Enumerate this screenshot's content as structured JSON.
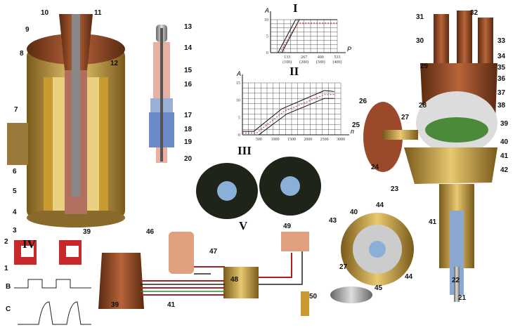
{
  "section_titles": {
    "I": "I",
    "II": "II",
    "III": "III",
    "IV": "IV",
    "V": "V"
  },
  "labels": {
    "l1": "1",
    "l2": "2",
    "l3": "3",
    "l4": "4",
    "l5": "5",
    "l6": "6",
    "l7": "7",
    "l8": "8",
    "l9": "9",
    "l10": "10",
    "l11": "11",
    "l12": "12",
    "l13": "13",
    "l14": "14",
    "l15": "15",
    "l16": "16",
    "l17": "17",
    "l18": "18",
    "l19": "19",
    "l20": "20",
    "l21": "21",
    "l22": "22",
    "l23": "23",
    "l24": "24",
    "l25": "25",
    "l26": "26",
    "l27": "27",
    "l28": "28",
    "l29": "29",
    "l30": "30",
    "l31": "31",
    "l32": "32",
    "l33": "33",
    "l34": "34",
    "l35": "35",
    "l36": "36",
    "l37": "37",
    "l38": "38",
    "l39": "39",
    "l40": "40",
    "l41": "41",
    "l42": "42",
    "l43": "43",
    "l44": "44",
    "l45": "45",
    "l46": "46",
    "l47": "47",
    "l48": "48",
    "l49": "49",
    "l50": "50",
    "B": "B",
    "C": "C"
  },
  "chart_data": [
    {
      "type": "line",
      "title": "I",
      "ylabel": "A",
      "xlabel": "P",
      "ylim": [
        0,
        10
      ],
      "yticks": [
        "0",
        "5",
        "10"
      ],
      "xticks": [
        "133\n(100)",
        "267\n(200)",
        "400\n(300)",
        "533\n(400)"
      ],
      "series": [
        {
          "name": "upper",
          "x": [
            60,
            200,
            533
          ],
          "y": [
            0,
            10,
            10
          ]
        },
        {
          "name": "lower",
          "x": [
            90,
            230,
            533
          ],
          "y": [
            0,
            10,
            10
          ]
        },
        {
          "name": "mid",
          "x": [
            75,
            215,
            533
          ],
          "y": [
            0,
            9,
            9
          ]
        }
      ]
    },
    {
      "type": "line",
      "title": "II",
      "ylabel": "A",
      "xlabel": "n",
      "ylim": [
        0,
        15
      ],
      "xlim": [
        0,
        3000
      ],
      "yticks": [
        "0",
        "5",
        "10",
        "15"
      ],
      "xticks": [
        "500",
        "1000",
        "1500",
        "2000",
        "2500",
        "3000"
      ],
      "series": [
        {
          "name": "upper",
          "x": [
            0,
            350,
            1200,
            2500,
            2800
          ],
          "y": [
            1,
            1,
            7.5,
            12.8,
            12.5
          ]
        },
        {
          "name": "lower",
          "x": [
            0,
            500,
            1350,
            2500,
            2800
          ],
          "y": [
            0,
            0,
            6,
            10.5,
            10.5
          ]
        },
        {
          "name": "mid",
          "x": [
            0,
            425,
            1275,
            2500,
            2800
          ],
          "y": [
            0.5,
            0.5,
            6.8,
            11.6,
            11.6
          ]
        }
      ]
    }
  ]
}
